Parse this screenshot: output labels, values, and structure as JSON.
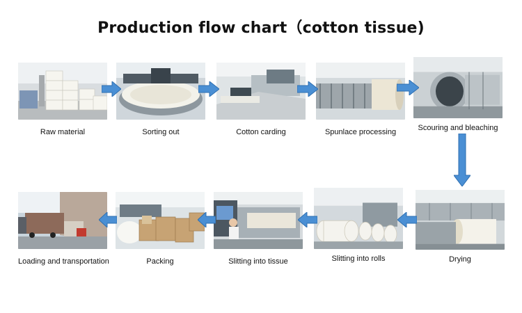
{
  "title": "Production flow chart（cotton tissue)",
  "steps": [
    {
      "label": "Raw material",
      "photo": "raw-material-photo"
    },
    {
      "label": "Sorting out",
      "photo": "sorting-machine-photo"
    },
    {
      "label": "Cotton carding",
      "photo": "carding-machine-photo"
    },
    {
      "label": "Spunlace processing",
      "photo": "spunlace-line-photo"
    },
    {
      "label": "Scouring and bleaching",
      "photo": "bleaching-tank-photo"
    },
    {
      "label": "Drying",
      "photo": "dryer-roll-photo"
    },
    {
      "label": "Slitting into rolls",
      "photo": "roll-slitter-photo"
    },
    {
      "label": "Slitting into tissue",
      "photo": "tissue-slitter-photo"
    },
    {
      "label": "Packing",
      "photo": "packing-cartons-photo"
    },
    {
      "label": "Loading and transportation",
      "photo": "truck-loading-photo"
    }
  ],
  "colors": {
    "arrow": "#4a8fd4",
    "arrow_edge": "#2f6fb0"
  }
}
